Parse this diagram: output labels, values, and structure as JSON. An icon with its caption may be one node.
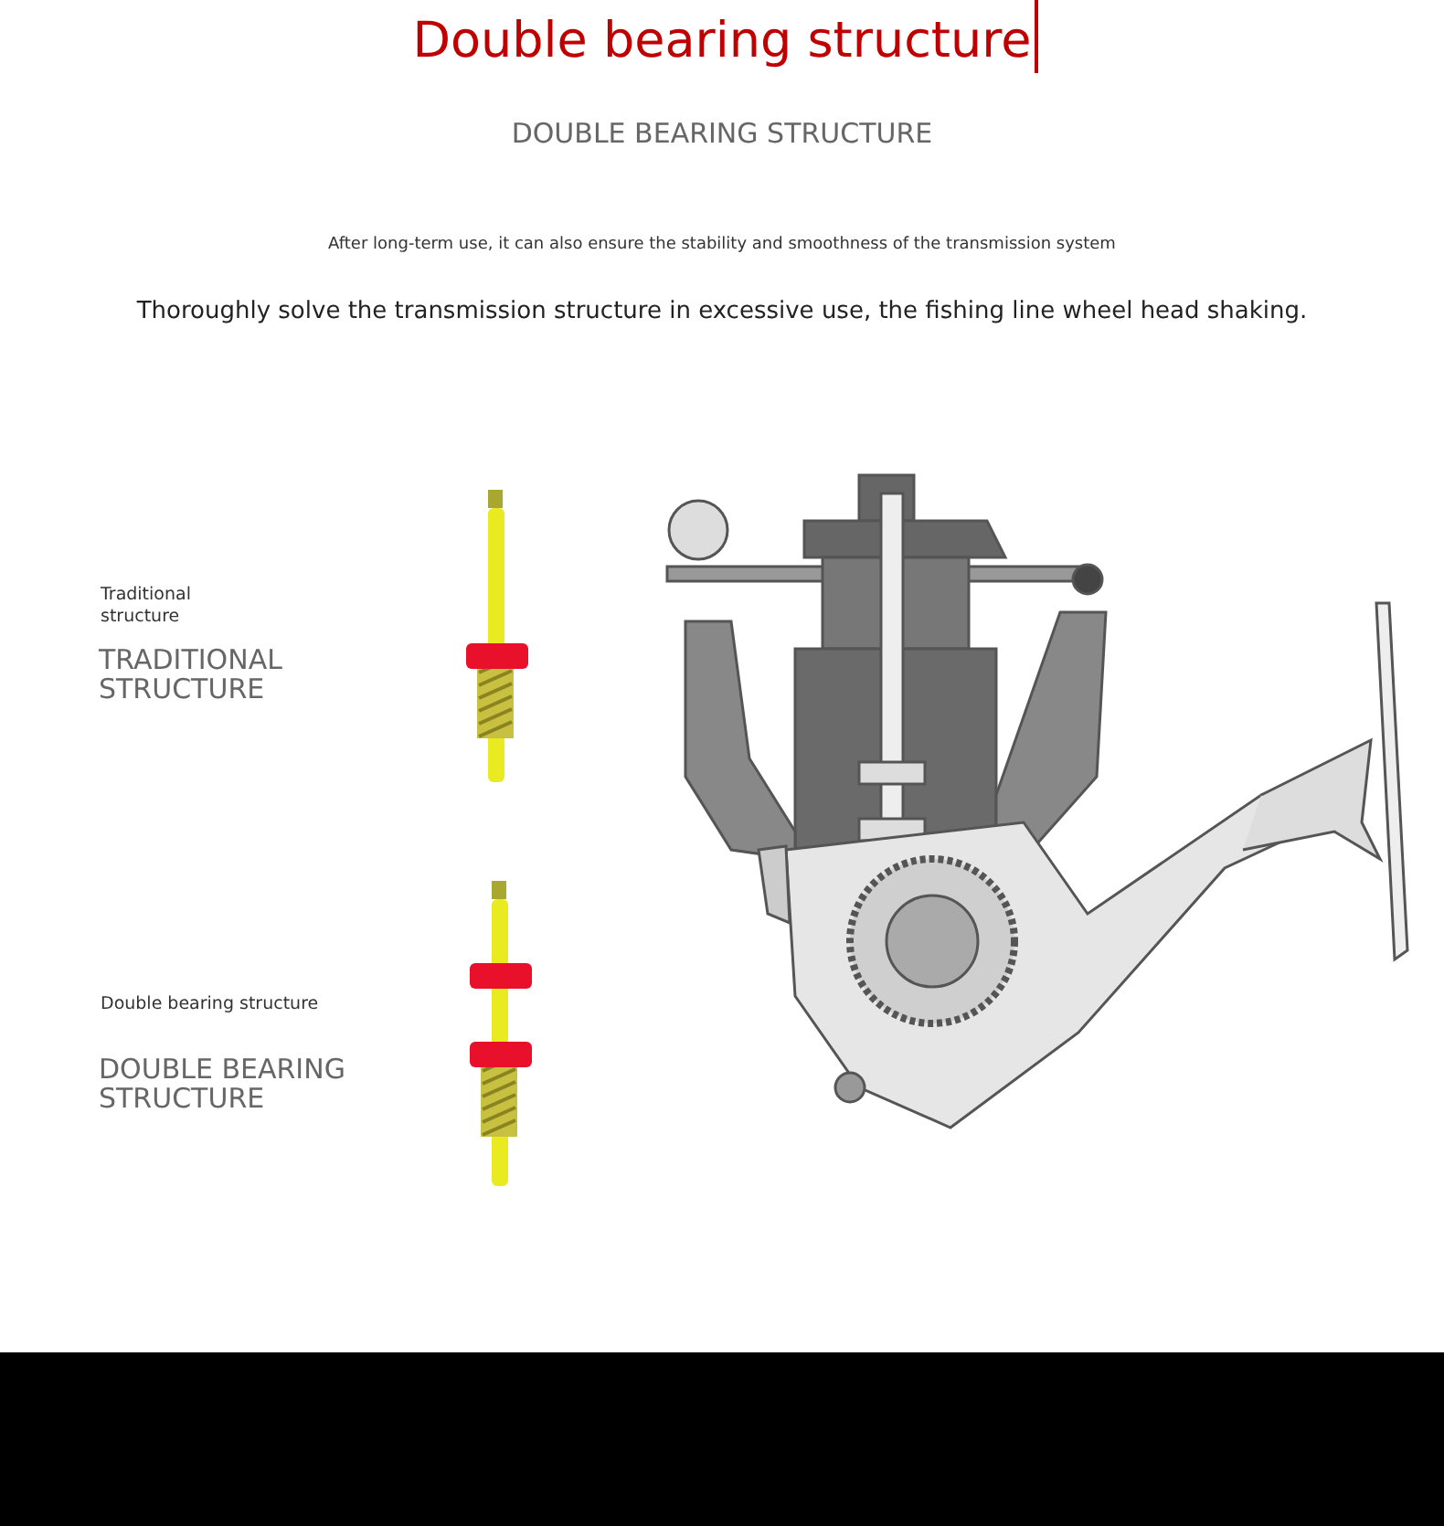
{
  "diagram": {
    "title": "Double bearing structure",
    "nodes": [
      {
        "text": [],
        "shape": "bar"
      }
    ],
    "labels": [
      "DOUBLE BEARING STRUCTURE",
      "After long-term use, it can also ensure the stability and smoothness of the transmission system",
      "Thoroughly solve the transmission structure in excessive use, the fishing line wheel head shaking.",
      "Traditional structure",
      "TRADITIONAL STRUCTURE",
      "Double bearing structure",
      "DOUBLE BEARING STRUCTURE"
    ]
  }
}
